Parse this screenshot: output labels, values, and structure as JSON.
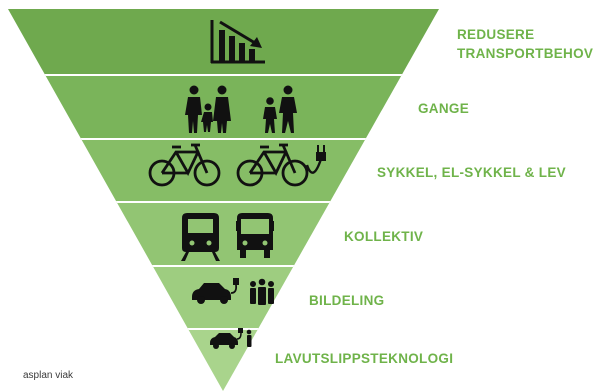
{
  "diagram": {
    "colors": {
      "bands": [
        "#6fa94e",
        "#7ab45a",
        "#86bd66",
        "#92c573",
        "#9ecd80",
        "#a9d48c"
      ],
      "divider": "#ffffff",
      "icon": "#111111",
      "label": "#6fb34a"
    },
    "levels": [
      {
        "lines": [
          "REDUSERE",
          "TRANSPORTBEHOV"
        ],
        "icons": [
          "declining-bar-chart-icon"
        ]
      },
      {
        "lines": [
          "GANGE"
        ],
        "icons": [
          "family-walking-icon",
          "parent-child-walking-icon"
        ]
      },
      {
        "lines": [
          "SYKKEL, EL-SYKKEL & LEV"
        ],
        "icons": [
          "bicycle-icon",
          "electric-bicycle-icon"
        ]
      },
      {
        "lines": [
          "KOLLEKTIV"
        ],
        "icons": [
          "train-icon",
          "bus-icon"
        ]
      },
      {
        "lines": [
          "BILDELING"
        ],
        "icons": [
          "electric-car-icon",
          "people-group-icon"
        ]
      },
      {
        "lines": [
          "LAVUTSLIPPSTEKNOLOGI"
        ],
        "icons": [
          "low-emission-car-icon"
        ]
      }
    ]
  },
  "logo": {
    "text": "asplan viak"
  }
}
